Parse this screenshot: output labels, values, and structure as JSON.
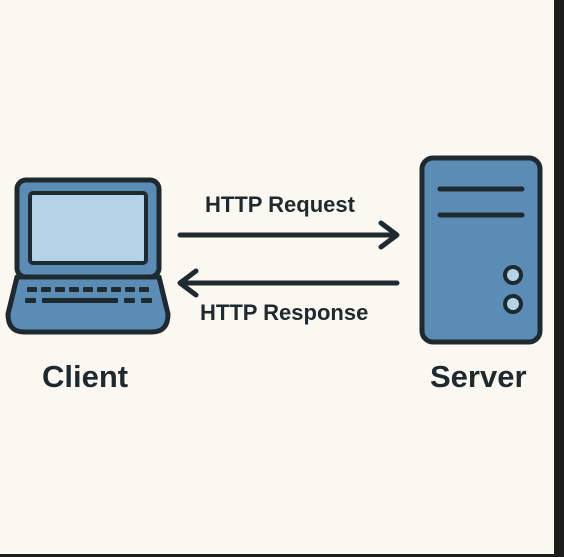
{
  "nodes": {
    "client": {
      "label": "Client",
      "icon": "laptop-icon"
    },
    "server": {
      "label": "Server",
      "icon": "server-icon"
    }
  },
  "edges": {
    "request": {
      "label": "HTTP Request",
      "direction": "client-to-server"
    },
    "response": {
      "label": "HTTP Response",
      "direction": "server-to-client"
    }
  },
  "colors": {
    "background": "#fbf8f1",
    "device_fill": "#5b8cb6",
    "screen_fill": "#b5d3e7",
    "outline": "#1f2a30"
  }
}
